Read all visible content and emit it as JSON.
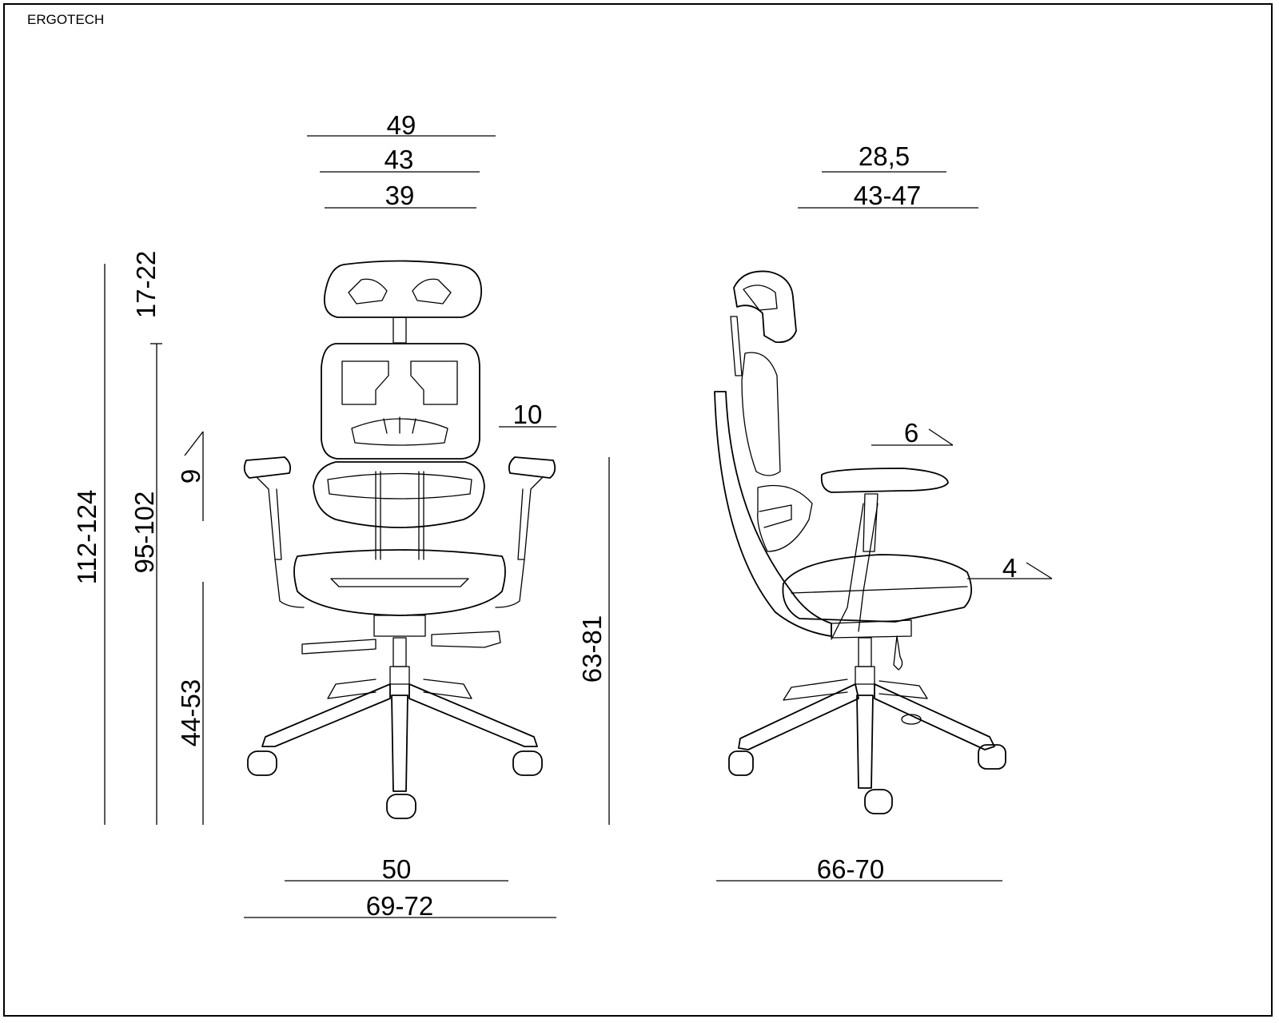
{
  "brand": "ERGOTECH",
  "front_view": {
    "headrest_width": "49",
    "back_width": "43",
    "seat_width": "39",
    "headrest_height": "17-22",
    "overall_height": "112-124",
    "back_height": "95-102",
    "lumbar_adjust": "9",
    "seat_height": "44-53",
    "armrest_adjust": "10",
    "armrest_height": "63-81",
    "base_width": "50",
    "overall_width": "69-72"
  },
  "side_view": {
    "headrest_depth": "28,5",
    "seat_depth": "43-47",
    "armrest_depth_adjust": "6",
    "seat_slide": "4",
    "overall_depth": "66-70"
  }
}
